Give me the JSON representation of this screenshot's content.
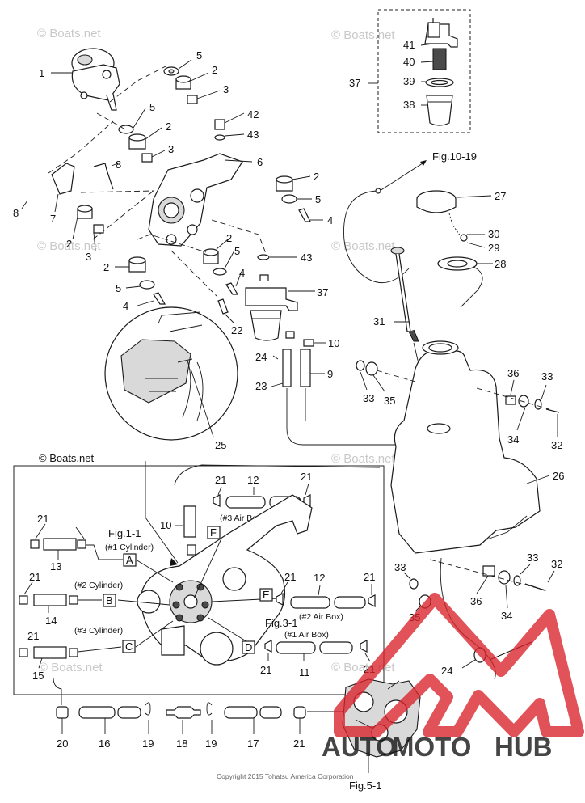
{
  "watermarks": [
    "© Boats.net",
    "© Boats.net",
    "© Boats.net",
    "© Boats.net",
    "© Boats.net",
    "© Boats.net",
    "© Boats.net"
  ],
  "box_caption": "© Boats.net",
  "refs": {
    "fig_10_19": "Fig.10-19",
    "fig_1_1": "Fig.1-1",
    "fig_3_1": "Fig.3-1",
    "fig_5_1": "Fig.5-1"
  },
  "notes": {
    "cyl1": "(#1 Cylinder)",
    "cyl2": "(#2 Cylinder)",
    "cyl3": "(#3 Cylinder)",
    "airbox3": "(#3 Air Box)",
    "airbox2": "(#2 Air Box)",
    "airbox1": "(#1 Air Box)"
  },
  "letters": [
    "A",
    "B",
    "C",
    "D",
    "E",
    "F"
  ],
  "callouts": {
    "p1": "1",
    "p2": "2",
    "p3": "3",
    "p4": "4",
    "p5": "5",
    "p6": "6",
    "p7": "7",
    "p8": "8",
    "p9": "9",
    "p10": "10",
    "p11": "11",
    "p12": "12",
    "p13": "13",
    "p14": "14",
    "p15": "15",
    "p16": "16",
    "p17": "17",
    "p18": "18",
    "p19": "19",
    "p20": "20",
    "p21": "21",
    "p22": "22",
    "p23": "23",
    "p24": "24",
    "p25": "25",
    "p26": "26",
    "p27": "27",
    "p28": "28",
    "p29": "29",
    "p30": "30",
    "p31": "31",
    "p32": "32",
    "p33": "33",
    "p34": "34",
    "p35": "35",
    "p36": "36",
    "p37": "37",
    "p38": "38",
    "p39": "39",
    "p40": "40",
    "p41": "41",
    "p42": "42",
    "p43": "43"
  },
  "copyright": "Copyright 2015 Tohatsu America Corporation",
  "logo": {
    "part1": "AUTO",
    "part2": "MOTO",
    "part3": "HUB",
    "color1": "#f2b21c",
    "color2": "#d9212a"
  }
}
